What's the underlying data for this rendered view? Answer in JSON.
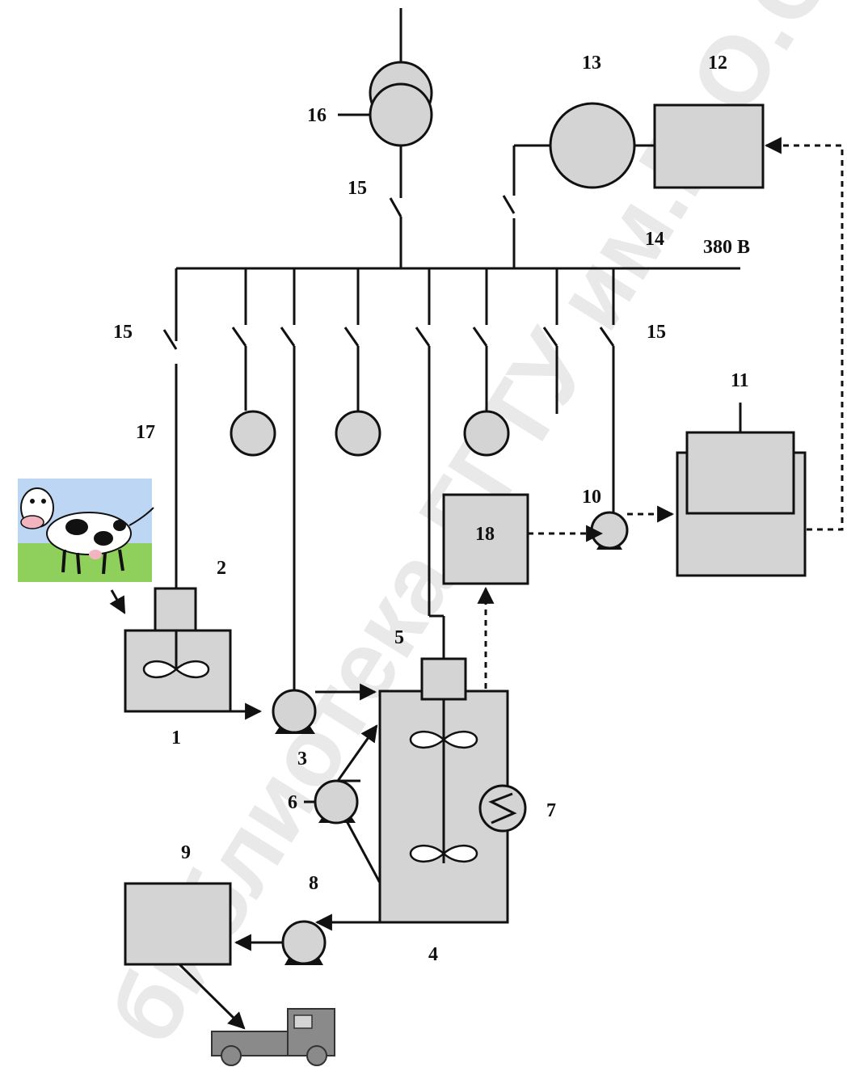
{
  "labels": {
    "n1": "1",
    "n2": "2",
    "n3": "3",
    "n4": "4",
    "n5": "5",
    "n6": "6",
    "n7": "7",
    "n8": "8",
    "n9": "9",
    "n10": "10",
    "n11": "11",
    "n12": "12",
    "n13": "13",
    "n14": "14",
    "n15a": "15",
    "n15b": "15",
    "n15c": "15",
    "n16": "16",
    "n17": "17",
    "n18": "18",
    "voltage": "380 В"
  },
  "watermark": "библиотека ГГТУ им.П.О.Сухого",
  "colors": {
    "fill": "#d4d4d4",
    "stroke": "#111111",
    "sky": "#bcd6f3",
    "grass": "#8fcf5c"
  },
  "icons": [
    "mixer-icon",
    "pump-icon",
    "heat-exchanger-icon",
    "cow-icon",
    "truck-icon",
    "transformer-icon",
    "switch-icon"
  ]
}
